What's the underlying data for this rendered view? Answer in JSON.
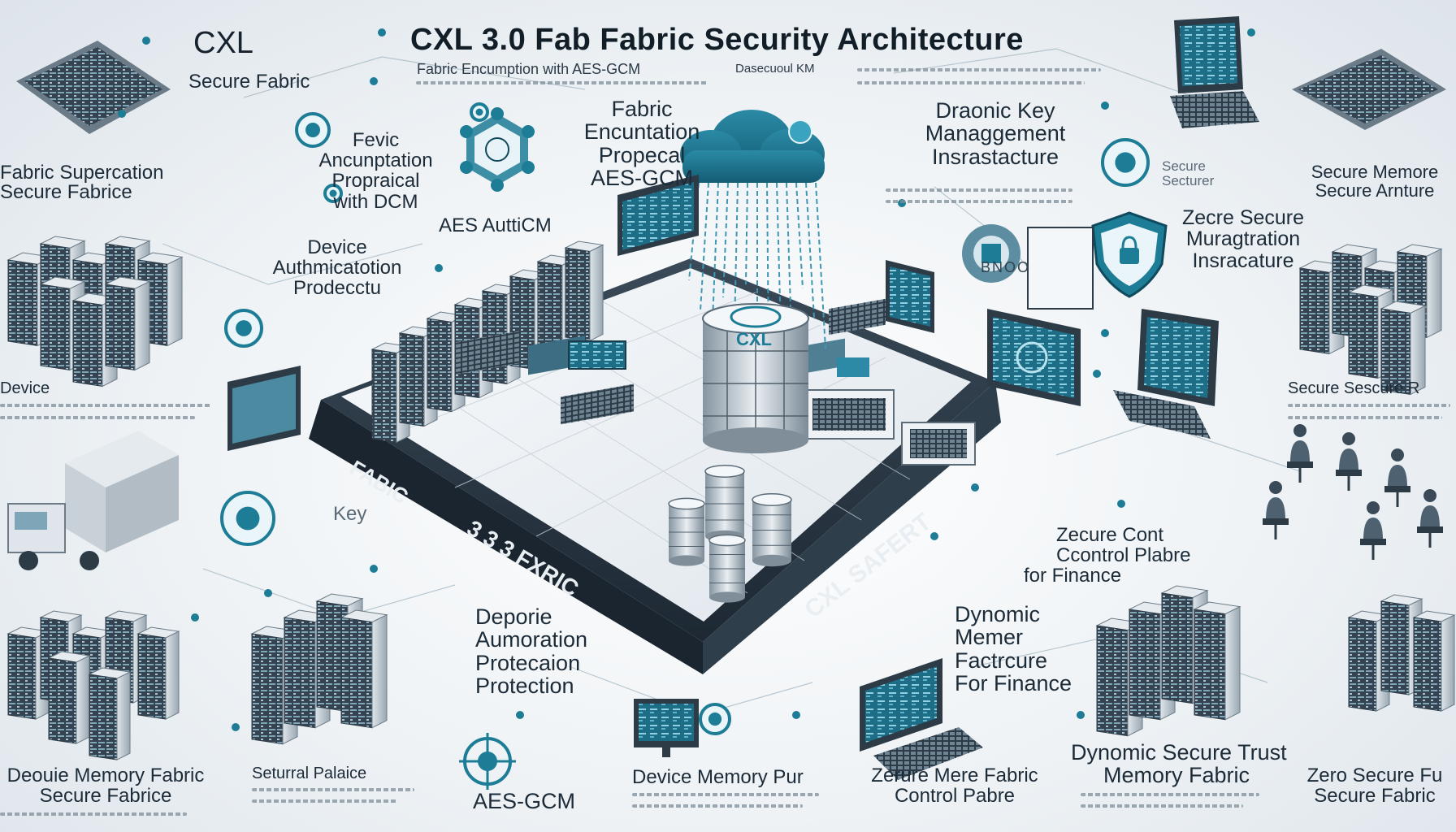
{
  "header": {
    "title": "CXL 3.0  Fab Fabric Security Architecture",
    "subtitle_left": "Fabric Encumption with AES-GCM",
    "subtitle_mid": "Dasecuoul KM"
  },
  "labels": {
    "cxl": "CXL",
    "secure_fabric": "Secure Fabric",
    "fabric_supercation": "Fabric Supercation",
    "secure_fabrice": "Secure Fabrice",
    "fevic_l1": "Fevic",
    "fevic_l2": "Ancunptation",
    "fevic_l3": "Propraical",
    "fevic_l4": "with DCM",
    "fabric_enc_l1": "Fabric",
    "fabric_enc_l2": "Encuntation",
    "fabric_enc_l3": "Propecal",
    "fabric_enc_l4": "AES-GCM",
    "aes_auth": "AES AuttiCM",
    "device_auth_l1": "Device",
    "device_auth_l2": "Authmicatotion",
    "device_auth_l3": "Prodecctu",
    "dynamic_key_l1": "Draonic Key",
    "dynamic_key_l2": "Managgement",
    "dynamic_key_l3": "Insrastacture",
    "secure_right_l1": "Secure",
    "secure_right_l2": "Secturer",
    "secure_memory_l1": "Secure Memore",
    "secure_memory_l2": "Secure Arnture",
    "zecre_l1": "Zecre Secure",
    "zecre_l2": "Muragtration",
    "zecre_l3": "Insracature",
    "device_left": "Device",
    "secure_secure": "Secure   Sescure R",
    "key": "Key",
    "zecure_control_l1": "Zecure Cont",
    "zecure_control_l2": "Ccontrol Plabre",
    "zecure_control_l3": "for Finance",
    "deporie_l1": "Deporie",
    "deporie_l2": "Aumoration",
    "deporie_l3": "Protecaion",
    "deporie_l4": "Protection",
    "dynomic_l1": "Dynomic",
    "dynomic_l2": "Memer",
    "dynomic_l3": "Factrcure",
    "dynomic_l4": "For Finance",
    "deouie_l1": "Deouie Memory Fabric",
    "deouie_l2": "Secure Fabrice",
    "seturral": "Seturral Palaice",
    "aes_gcm": "AES-GCM",
    "device_memory_pur": "Device Memory Pur",
    "zerure_l1": "Zerure Mere Fabric",
    "zerure_l2": "Control Pabre",
    "dynomic_trust_l1": "Dynomic Secure Trust",
    "dynomic_trust_l2": "Memory Fabric",
    "zero_secure_l1": "Zero Secure Fu",
    "zero_secure_l2": "Secure Fabric",
    "lock_text": "BNOO"
  },
  "platform": {
    "edge_left": "FABIC",
    "edge_mid": "3 3 3 FXRIC",
    "edge_right": "CXL SAFERT",
    "cylinder_logo": "CXL"
  },
  "colors": {
    "accent": "#1d7c96",
    "accent_dark": "#0f4a5e",
    "server": "#5d6d7a",
    "server_light": "#c9d2d9",
    "platform_edge": "#2a3846"
  },
  "icons": [
    "cloud-icon",
    "shield-icon",
    "padlock-icon",
    "globe-icon",
    "network-node-icon",
    "person-icon",
    "truck-icon",
    "laptop-icon",
    "monitor-icon",
    "server-rack-icon"
  ]
}
